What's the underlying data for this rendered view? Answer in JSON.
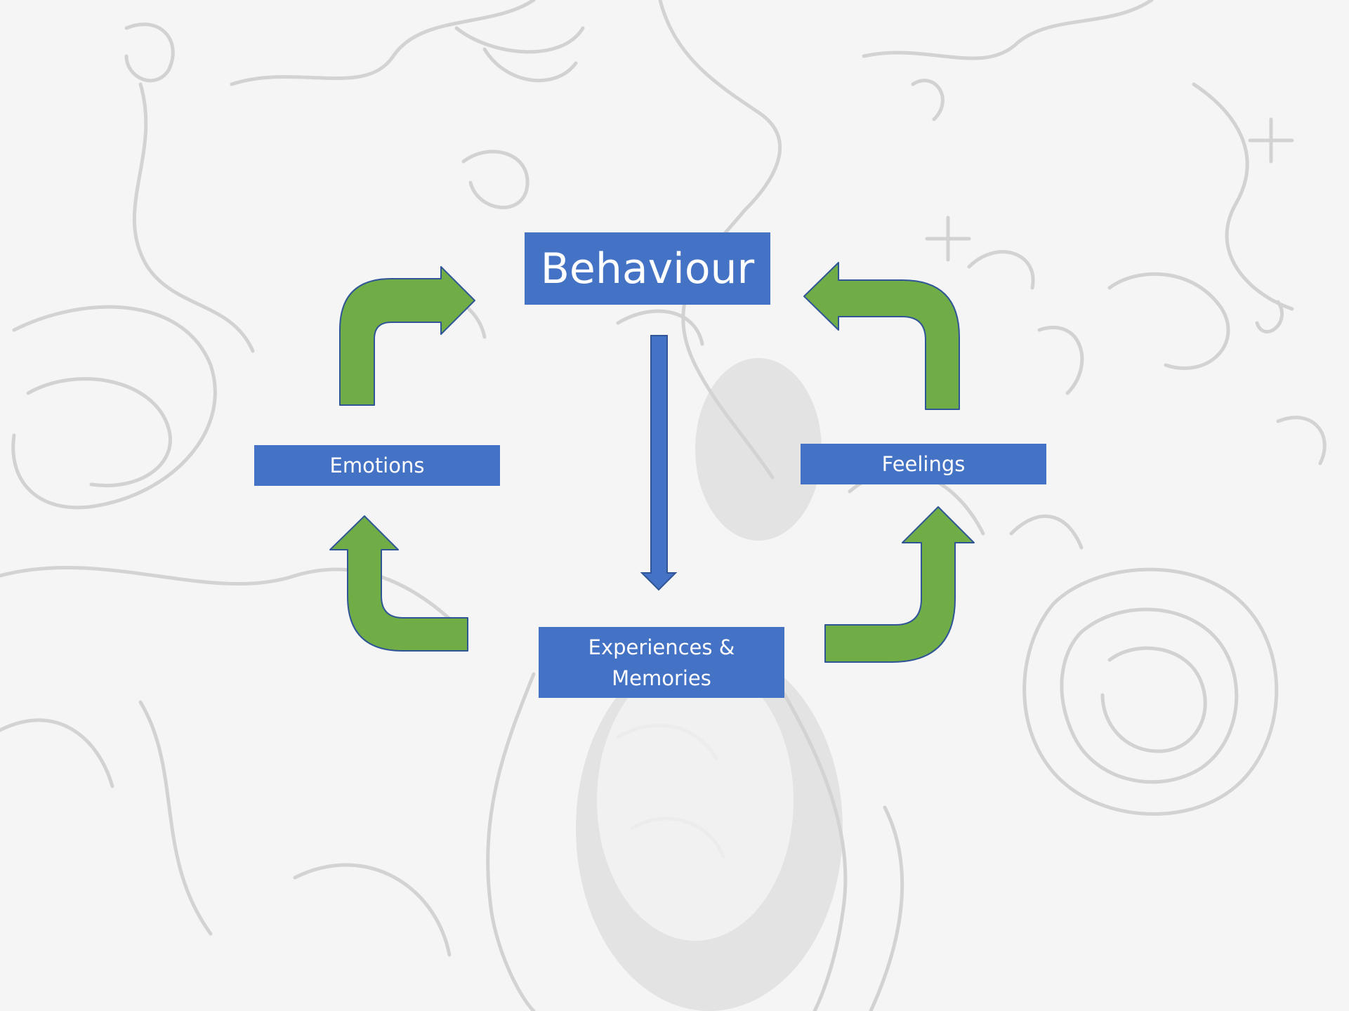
{
  "diagram": {
    "nodes": {
      "behaviour": "Behaviour",
      "emotions": "Emotions",
      "feelings": "Feelings",
      "experiences_line1": "Experiences &",
      "experiences_line2": "Memories"
    },
    "edges": [
      {
        "from": "Behaviour",
        "to": "Experiences & Memories",
        "style": "blue-down-arrow"
      },
      {
        "from": "Experiences & Memories",
        "to": "Emotions",
        "style": "green-curved-arrow"
      },
      {
        "from": "Emotions",
        "to": "Behaviour",
        "style": "green-curved-arrow"
      },
      {
        "from": "Experiences & Memories",
        "to": "Feelings",
        "style": "green-curved-arrow"
      },
      {
        "from": "Feelings",
        "to": "Behaviour",
        "style": "green-curved-arrow"
      }
    ]
  },
  "colors": {
    "box_fill": "#4472c4",
    "box_text": "#ffffff",
    "arrow_green": "#70ad47",
    "arrow_outline": "#2f5597",
    "background": "#f4f4f4",
    "sketch_lines": "#c8c8c8"
  },
  "icons": {
    "background": "pencil-sketch-background"
  }
}
